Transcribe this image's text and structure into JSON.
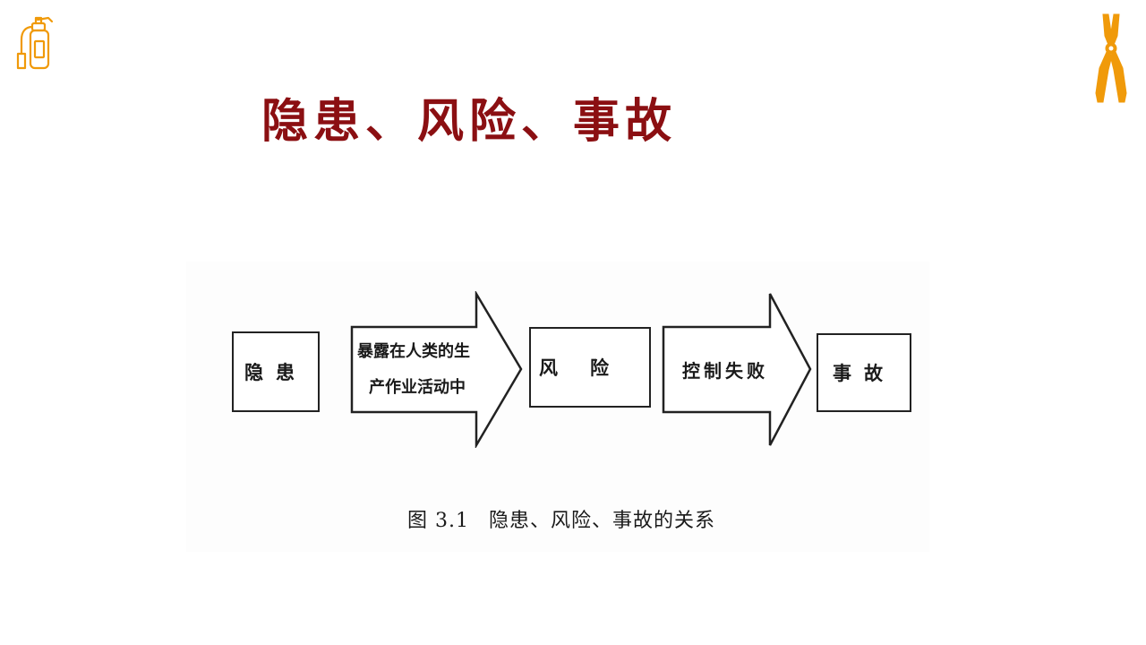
{
  "slide": {
    "title": "隐患、风险、事故"
  },
  "icons": {
    "top_left": "fire-extinguisher-icon",
    "top_right": "pliers-icon",
    "icon_color": "#f09a0a"
  },
  "colors": {
    "title": "#8b0f12",
    "diagram_ink": "#1a1a1a"
  },
  "diagram": {
    "box_hidden": "隐患",
    "arrow1_line1": "暴露在人类的生",
    "arrow1_line2": "产作业活动中",
    "box_risk": "风险",
    "arrow2": "控制失败",
    "box_accident": "事故",
    "caption_number": "图 3.1",
    "caption_text": "隐患、风险、事故的关系"
  }
}
